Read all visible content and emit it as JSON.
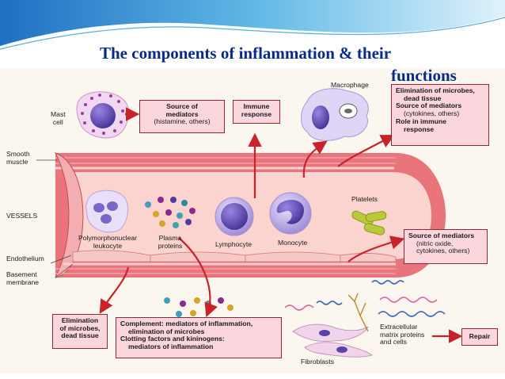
{
  "title": {
    "line1": "The components of inflammation & their",
    "line2": "functions"
  },
  "labels": {
    "mast_cell": [
      "Mast",
      "cell"
    ],
    "macrophage": "Macrophage",
    "smooth_muscle": [
      "Smooth",
      "muscle"
    ],
    "vessels": "VESSELS",
    "endothelium": "Endothelium",
    "basement_membrane": [
      "Basement",
      "membrane"
    ],
    "pmn": [
      "Polymorphonuclear",
      "leukocyte"
    ],
    "plasma_proteins": [
      "Plasma",
      "proteins"
    ],
    "lymphocyte": "Lymphocyte",
    "monocyte": "Monocyte",
    "platelets": "Platelets",
    "fibroblasts": "Fibroblasts",
    "ecm": [
      "Extracellular",
      "matrix proteins",
      "and cells"
    ]
  },
  "boxes": {
    "mast_mediators": [
      "Source of",
      "mediators",
      "(histamine, others)"
    ],
    "immune_response": [
      "Immune",
      "response"
    ],
    "macrophage_functions": [
      "Elimination of microbes,",
      "dead tissue",
      "Source of mediators",
      "(cytokines, others)",
      "Role in immune",
      "response"
    ],
    "endothelium_mediators": [
      "Source of mediators",
      "(nitric oxide,",
      "cytokines, others)"
    ],
    "pmn_elimination": [
      "Elimination",
      "of microbes,",
      "dead tissue"
    ],
    "complement": [
      "Complement: mediators of inflammation,",
      "elimination of microbes",
      "Clotting factors and kininogens:",
      "mediators of inflammation"
    ],
    "repair": "Repair"
  },
  "colors": {
    "title": "#0a2a8a",
    "box_fill": "#fbd6dc",
    "box_border": "#8b2a3c",
    "arrow": "#c8222a",
    "vessel_wall": "#e9747c",
    "lumen": "#fbd4cf",
    "cell_purple": "#8b72c8",
    "nucleus": "#5a43a8",
    "platelet": "#b9c93a"
  }
}
